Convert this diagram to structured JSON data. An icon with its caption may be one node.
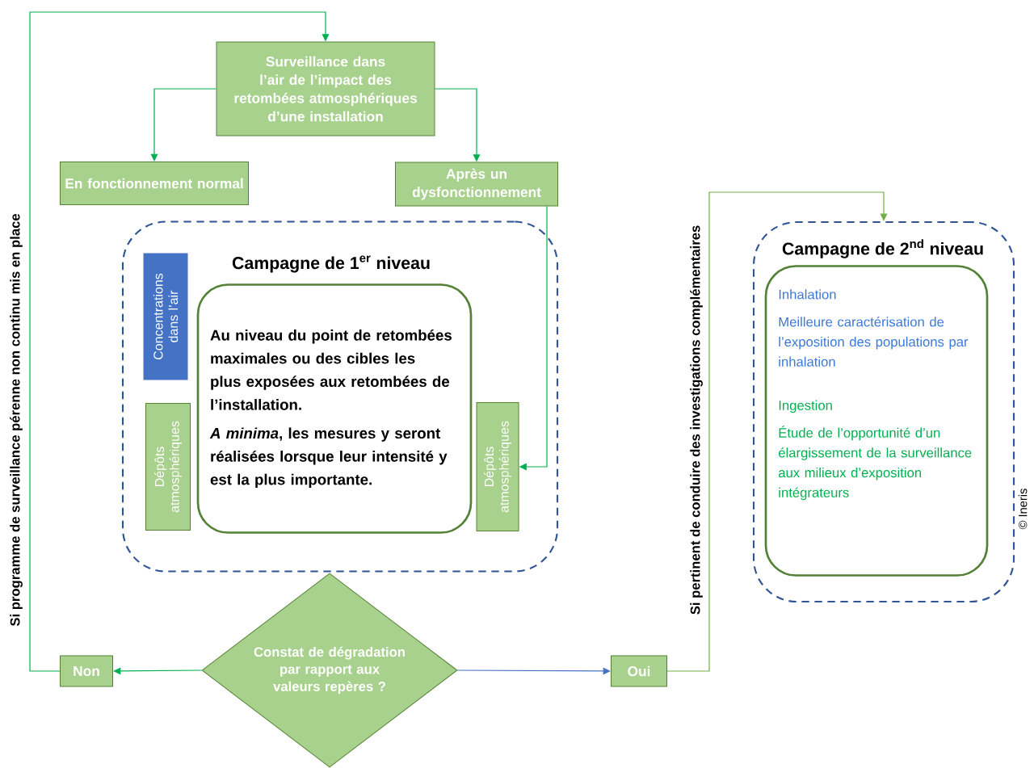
{
  "diagram": {
    "nodes": [
      {
        "text": [
          "Surveillance dans l’air de l’impact des retombées atmosphériques d’une installation"
        ]
      },
      {
        "text": [
          "En fonctionnement normal"
        ]
      },
      {
        "text": [
          "Après un dysfonctionnement"
        ]
      },
      {
        "text": [
          "Campagne de 1$^{er}$ niveau"
        ]
      },
      {
        "text": [
          "Concentrations dans l’air"
        ],
        "in": 3
      },
      {
        "text": [
          "Dépôts atmosphériques"
        ],
        "in": 3
      },
      {
        "text": [
          "Au niveau du point de retombées maximales ou des cibles les plus exposées aux retombées de l’installation.",
          "*A minima*, les mesures y seront réalisées lorsque leur intensité y est la plus importante."
        ],
        "in": 3
      },
      {
        "text": [
          "Dépôts atmosphériques"
        ],
        "in": 3
      },
      {
        "text": [
          "Constat de dégradation par rapport aux valeurs repères ?"
        ]
      },
      {
        "text": [
          "Non"
        ]
      },
      {
        "text": [
          "Oui"
        ]
      },
      {
        "text": [
          "Campagne de 2$^{nd}$ niveau"
        ]
      },
      {
        "text": [
          "Inhalation",
          "Meilleure caractérisation de l’exposition des populations par inhalation",
          "Ingestion",
          "Étude de l’opportunité d’un élargissement de la surveillance aux milieux d’exposition intégrateurs"
        ],
        "in": 11
      }
    ],
    "edges": [
      {
        "from": 0,
        "to": 1,
        "arrow": "to"
      },
      {
        "from": 0,
        "to": 2,
        "arrow": "to"
      },
      {
        "from": 2,
        "to": 7,
        "arrow": "to"
      },
      {
        "from": 8,
        "to": 9,
        "arrow": "to"
      },
      {
        "from": 8,
        "to": 10,
        "arrow": "to",
        "color": "#4472c4"
      },
      {
        "from": 10,
        "to": 11,
        "arrow": "to",
        "color": "#70ad47",
        "label": "Si pertinent de conduire des investigations complémentaires"
      },
      {
        "from": 9,
        "to": 0,
        "arrow": "to",
        "label": "Si programme de surveillance pérenne non continu mis en place"
      }
    ],
    "labels": [
      "© Ineris"
    ]
  }
}
